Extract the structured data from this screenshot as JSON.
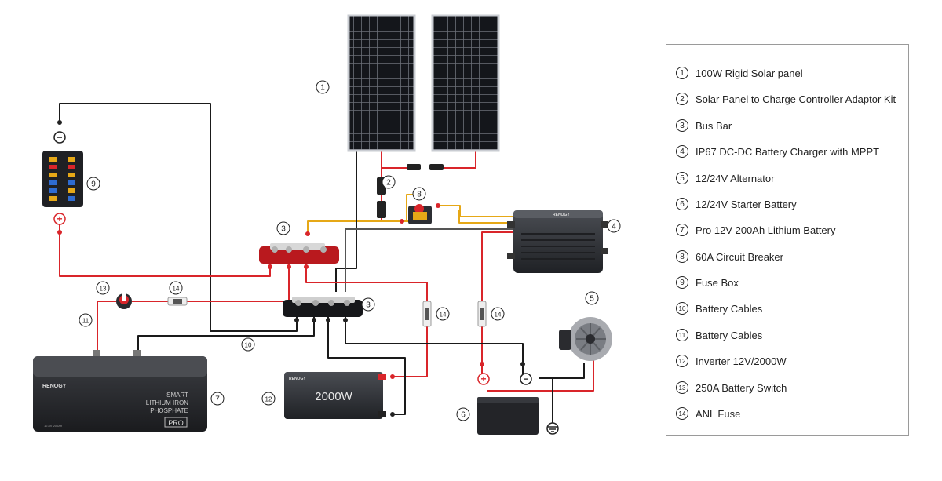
{
  "legend": {
    "items": [
      {
        "num": "1",
        "label": "100W Rigid Solar panel"
      },
      {
        "num": "2",
        "label": "Solar Panel to Charge Controller Adaptor Kit"
      },
      {
        "num": "3",
        "label": "Bus Bar"
      },
      {
        "num": "4",
        "label": "IP67 DC-DC Battery Charger with MPPT"
      },
      {
        "num": "5",
        "label": "12/24V Alternator"
      },
      {
        "num": "6",
        "label": "12/24V Starter Battery"
      },
      {
        "num": "7",
        "label": "Pro 12V 200Ah Lithium Battery"
      },
      {
        "num": "8",
        "label": "60A Circuit Breaker"
      },
      {
        "num": "9",
        "label": "Fuse Box"
      },
      {
        "num": "10",
        "label": "Battery Cables"
      },
      {
        "num": "11",
        "label": "Battery Cables"
      },
      {
        "num": "12",
        "label": "Inverter 12V/2000W"
      },
      {
        "num": "13",
        "label": "250A Battery Switch"
      },
      {
        "num": "14",
        "label": "ANL Fuse"
      }
    ]
  },
  "diagram": {
    "callouts": {
      "solar_panels": "1",
      "adaptor_kit": "2",
      "bus_bar_red": "3",
      "bus_bar_black": "3",
      "dcdc_charger": "4",
      "alternator": "5",
      "starter_battery": "6",
      "lithium_battery": "7",
      "circuit_breaker": "8",
      "fuse_box": "9",
      "battery_cables_a": "10",
      "battery_cables_b": "11",
      "inverter": "12",
      "battery_switch": "13",
      "anl_fuse_a": "14",
      "anl_fuse_b": "14",
      "anl_fuse_c": "14"
    },
    "battery": {
      "brand": "RENOGY",
      "line1": "SMART",
      "line2": "LITHIUM IRON",
      "line3": "PHOSPHATE",
      "badge": "PRO",
      "spec": "12.8V 200Ah"
    },
    "inverter": {
      "brand": "RENOGY",
      "rating": "2000W"
    },
    "charger": {
      "brand": "RENOGY"
    },
    "terminal_plus": "+",
    "terminal_minus": "−"
  },
  "colors": {
    "positive_wire": "#d9252a",
    "negative_wire": "#1a1a1a",
    "pv_wire": "#e6a817",
    "panel_cells": "#15171c",
    "device_dark": "#2b2d31"
  }
}
